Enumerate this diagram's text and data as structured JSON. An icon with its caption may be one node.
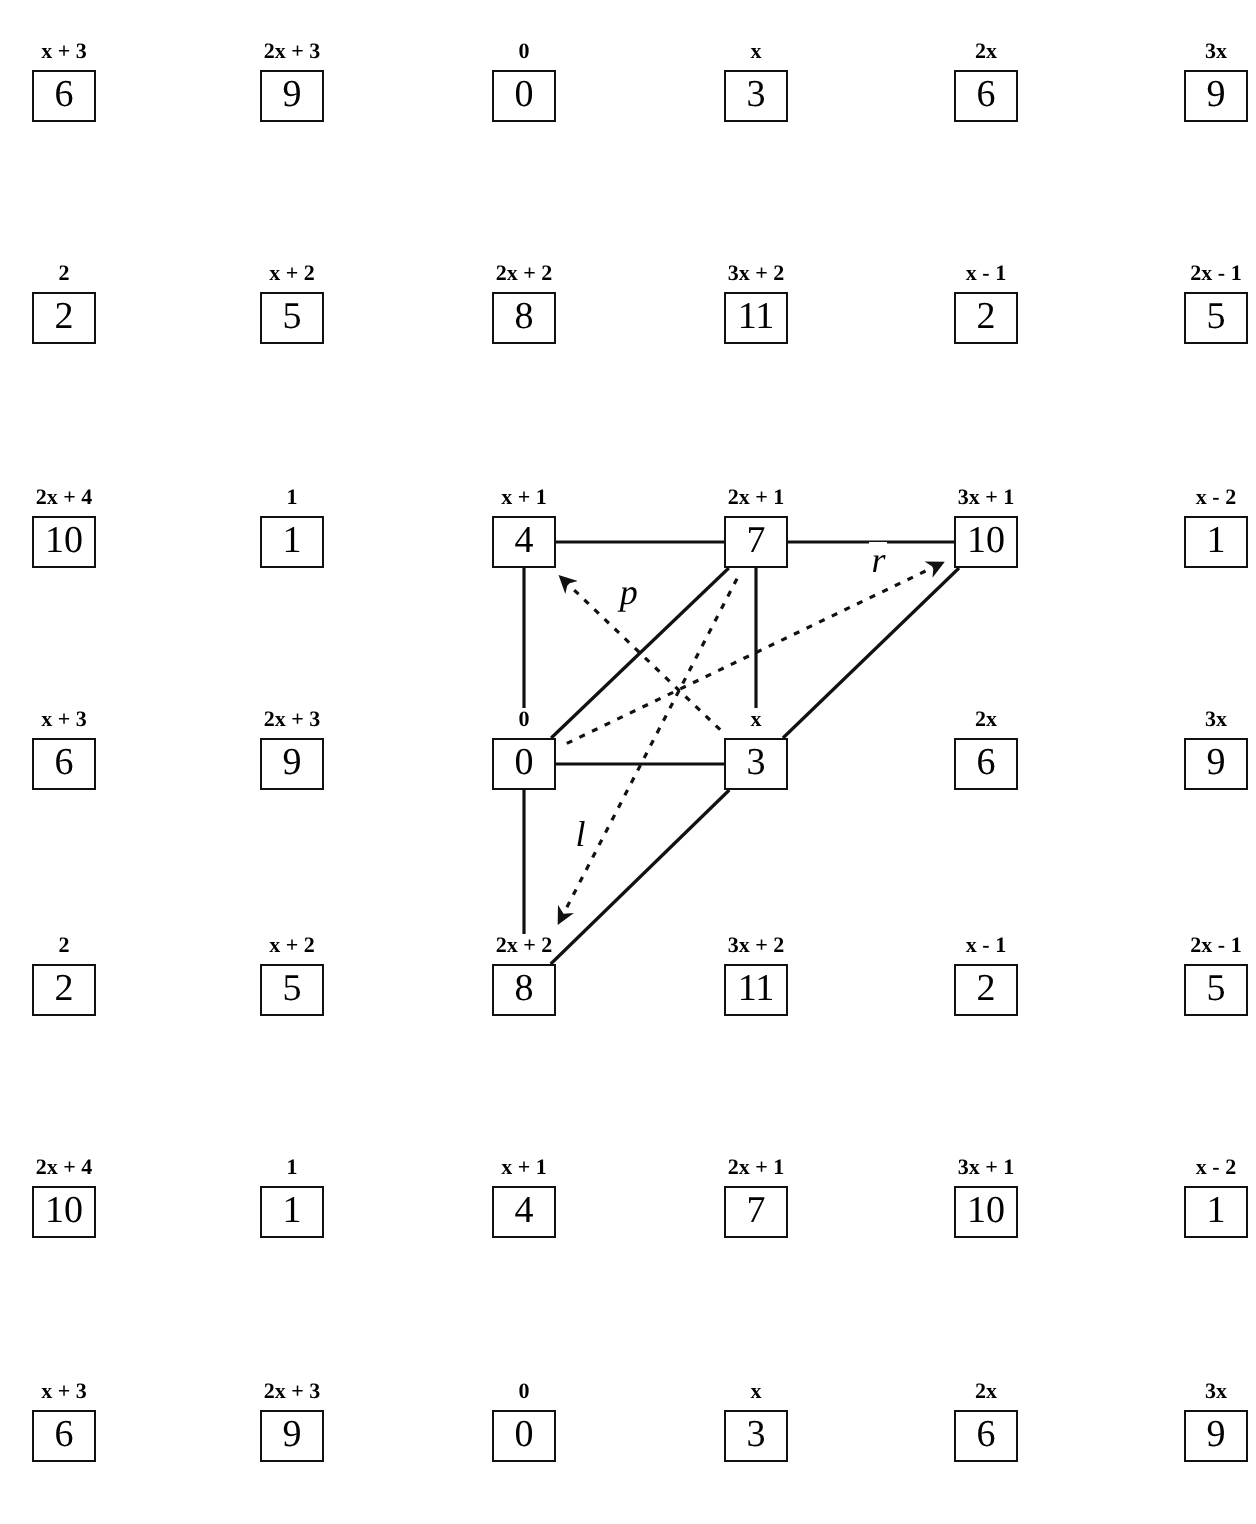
{
  "diagram": {
    "nodes": [
      {
        "text": [
          "6"
        ],
        "beside": [
          "x + 3"
        ]
      },
      {
        "text": [
          "9"
        ],
        "beside": [
          "2x + 3"
        ]
      },
      {
        "text": [
          "0"
        ],
        "beside": [
          "0"
        ]
      },
      {
        "text": [
          "3"
        ],
        "beside": [
          "x"
        ]
      },
      {
        "text": [
          "6"
        ],
        "beside": [
          "2x"
        ]
      },
      {
        "text": [
          "9"
        ],
        "beside": [
          "3x"
        ]
      },
      {
        "text": [
          "2"
        ],
        "beside": [
          "2"
        ]
      },
      {
        "text": [
          "5"
        ],
        "beside": [
          "x + 2"
        ]
      },
      {
        "text": [
          "8"
        ],
        "beside": [
          "2x + 2"
        ]
      },
      {
        "text": [
          "11"
        ],
        "beside": [
          "3x + 2"
        ]
      },
      {
        "text": [
          "2"
        ],
        "beside": [
          "x - 1"
        ]
      },
      {
        "text": [
          "5"
        ],
        "beside": [
          "2x - 1"
        ]
      },
      {
        "text": [
          "10"
        ],
        "beside": [
          "2x + 4"
        ]
      },
      {
        "text": [
          "1"
        ],
        "beside": [
          "1"
        ]
      },
      {
        "text": [
          "4"
        ],
        "beside": [
          "x + 1"
        ]
      },
      {
        "text": [
          "7"
        ],
        "beside": [
          "2x + 1"
        ]
      },
      {
        "text": [
          "10"
        ],
        "beside": [
          "3x + 1"
        ]
      },
      {
        "text": [
          "1"
        ],
        "beside": [
          "x - 2"
        ]
      },
      {
        "text": [
          "6"
        ],
        "beside": [
          "x + 3"
        ]
      },
      {
        "text": [
          "9"
        ],
        "beside": [
          "2x + 3"
        ]
      },
      {
        "text": [
          "0"
        ],
        "beside": [
          "0"
        ]
      },
      {
        "text": [
          "3"
        ],
        "beside": [
          "x"
        ]
      },
      {
        "text": [
          "6"
        ],
        "beside": [
          "2x"
        ]
      },
      {
        "text": [
          "9"
        ],
        "beside": [
          "3x"
        ]
      },
      {
        "text": [
          "2"
        ],
        "beside": [
          "2"
        ]
      },
      {
        "text": [
          "5"
        ],
        "beside": [
          "x + 2"
        ]
      },
      {
        "text": [
          "8"
        ],
        "beside": [
          "2x + 2"
        ]
      },
      {
        "text": [
          "11"
        ],
        "beside": [
          "3x + 2"
        ]
      },
      {
        "text": [
          "2"
        ],
        "beside": [
          "x - 1"
        ]
      },
      {
        "text": [
          "5"
        ],
        "beside": [
          "2x - 1"
        ]
      },
      {
        "text": [
          "10"
        ],
        "beside": [
          "2x + 4"
        ]
      },
      {
        "text": [
          "1"
        ],
        "beside": [
          "1"
        ]
      },
      {
        "text": [
          "4"
        ],
        "beside": [
          "x + 1"
        ]
      },
      {
        "text": [
          "7"
        ],
        "beside": [
          "2x + 1"
        ]
      },
      {
        "text": [
          "10"
        ],
        "beside": [
          "3x + 1"
        ]
      },
      {
        "text": [
          "1"
        ],
        "beside": [
          "x - 2"
        ]
      },
      {
        "text": [
          "6"
        ],
        "beside": [
          "x + 3"
        ]
      },
      {
        "text": [
          "9"
        ],
        "beside": [
          "2x + 3"
        ]
      },
      {
        "text": [
          "0"
        ],
        "beside": [
          "0"
        ]
      },
      {
        "text": [
          "3"
        ],
        "beside": [
          "x"
        ]
      },
      {
        "text": [
          "6"
        ],
        "beside": [
          "2x"
        ]
      },
      {
        "text": [
          "9"
        ],
        "beside": [
          "3x"
        ]
      }
    ],
    "edges": [
      {
        "from": 14,
        "to": 15,
        "arrow": "none"
      },
      {
        "from": 15,
        "to": 16,
        "arrow": "none"
      },
      {
        "from": 14,
        "to": 20,
        "arrow": "none"
      },
      {
        "from": 15,
        "to": 21,
        "arrow": "none"
      },
      {
        "from": 20,
        "to": 15,
        "arrow": "none"
      },
      {
        "from": 20,
        "to": 21,
        "arrow": "none"
      },
      {
        "from": 21,
        "to": 16,
        "arrow": "none"
      },
      {
        "from": 20,
        "to": 26,
        "arrow": "none"
      },
      {
        "from": 21,
        "to": 26,
        "arrow": "none"
      },
      {
        "from": 21,
        "to": 14,
        "arrow": "to",
        "label": "p",
        "style": "dashed"
      },
      {
        "from": 20,
        "to": 16,
        "arrow": "to",
        "label": "r",
        "style": "dashed"
      },
      {
        "from": 15,
        "to": 26,
        "arrow": "to",
        "label": "l",
        "style": "dashed"
      }
    ]
  }
}
